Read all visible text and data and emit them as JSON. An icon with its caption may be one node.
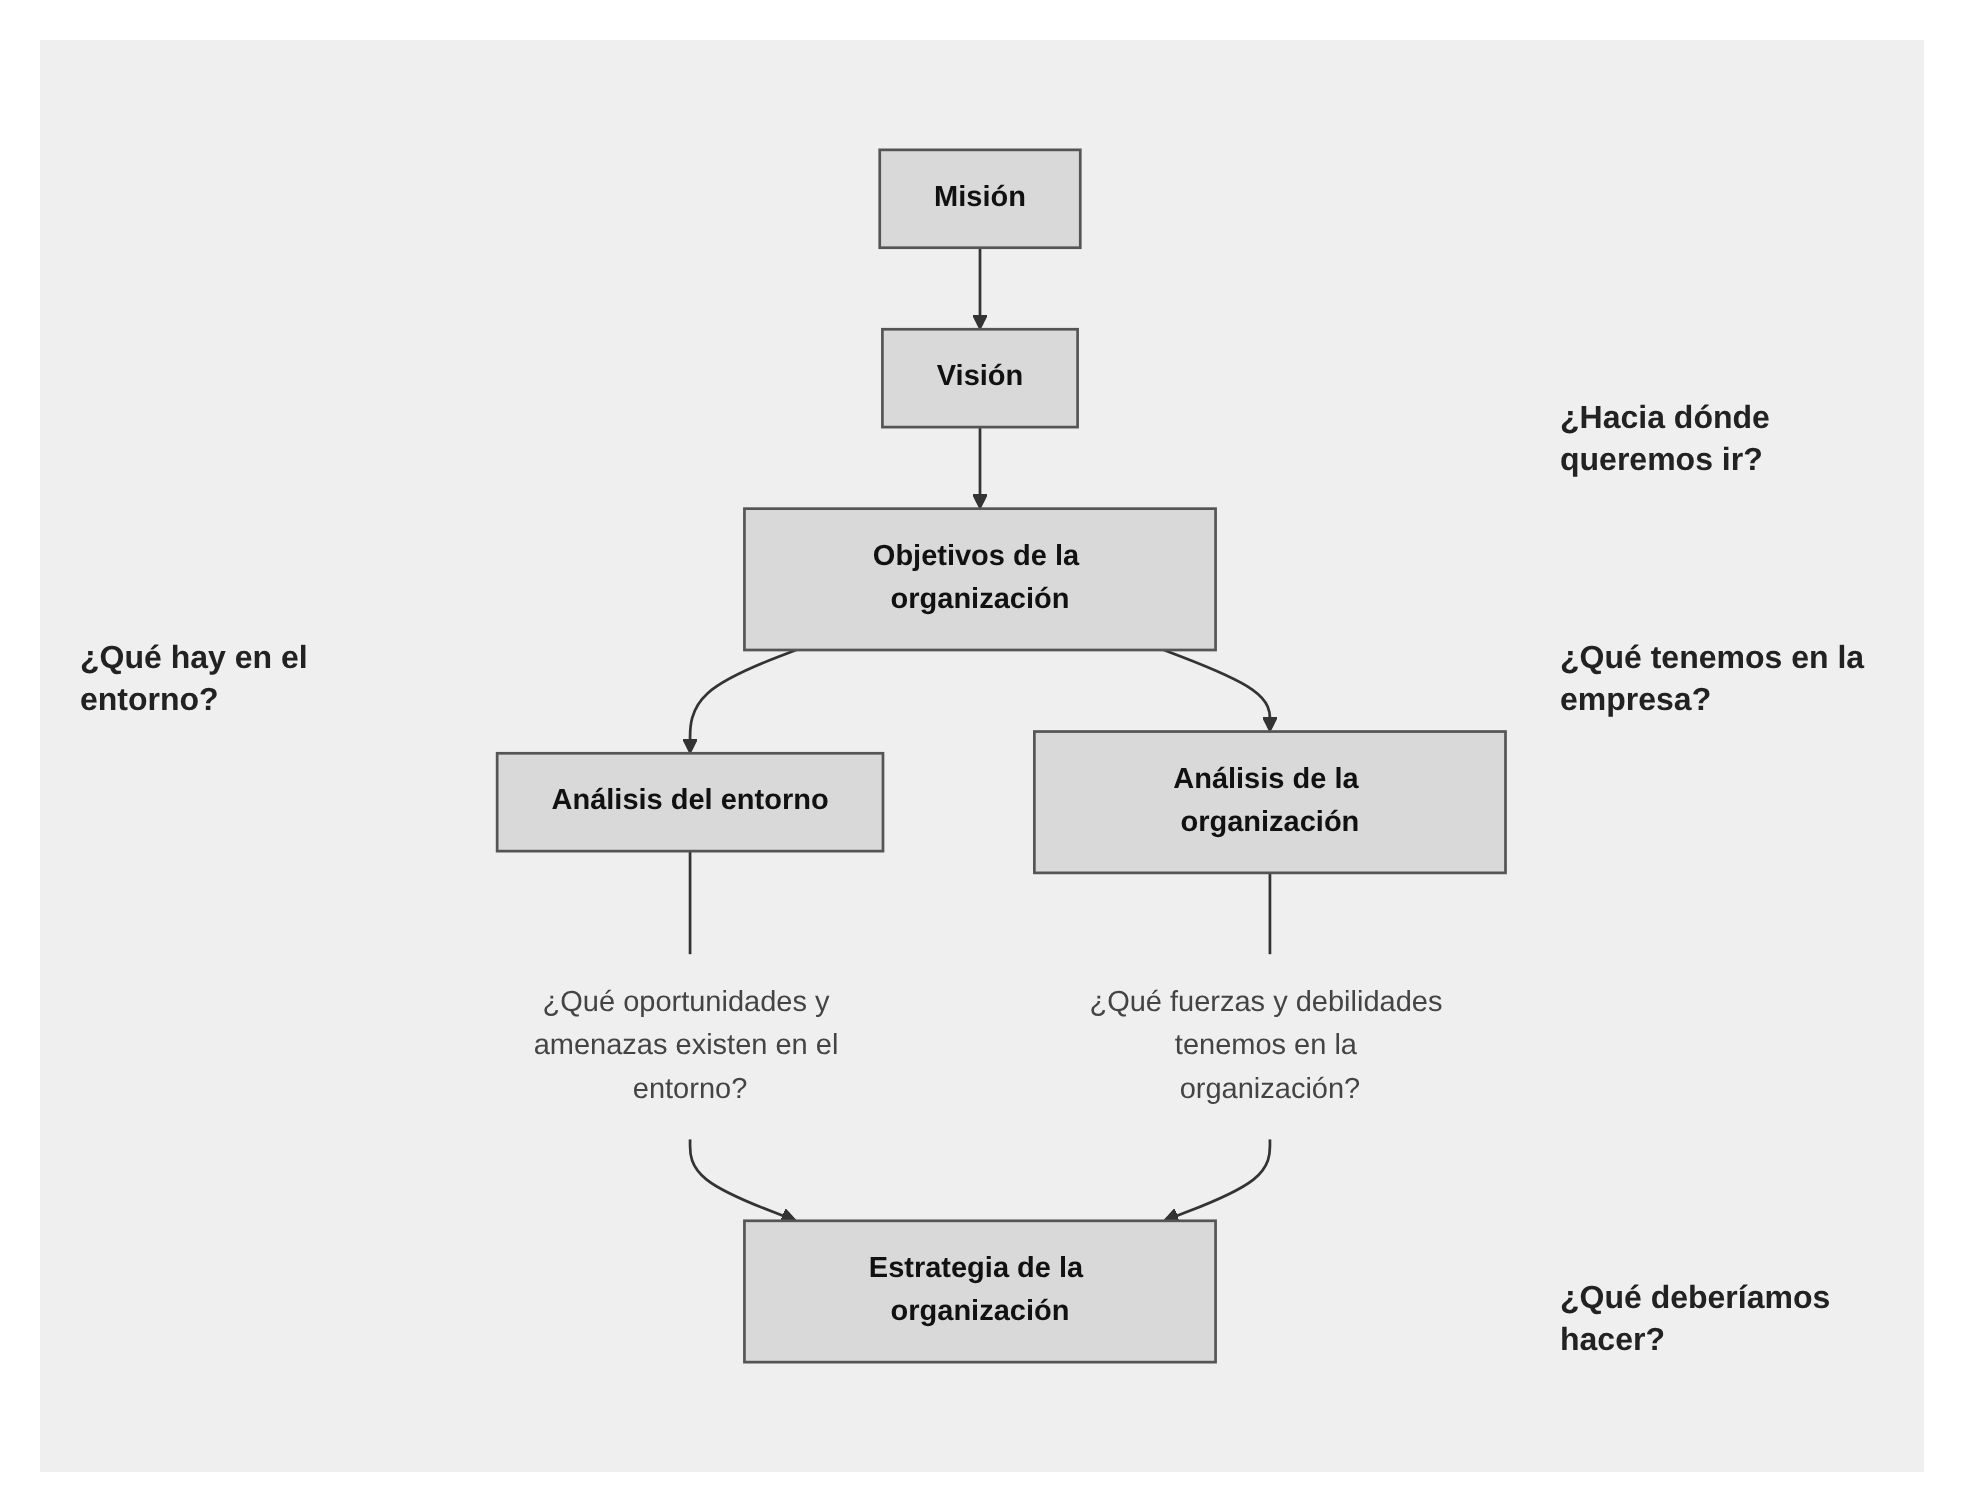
{
  "diagram": {
    "nodes": [
      {
        "text": [
          "Misión"
        ]
      },
      {
        "text": [
          "Visión"
        ]
      },
      {
        "text": [
          "Objetivos de la organización"
        ]
      },
      {
        "text": [
          "Análisis del entorno"
        ]
      },
      {
        "text": [
          "Análisis de la organización"
        ]
      },
      {
        "text": [
          "¿Qué oportunidades y amenazas existen en el entorno?"
        ]
      },
      {
        "text": [
          "¿Qué fuerzas y debilidades tenemos en la organización?"
        ]
      },
      {
        "text": [
          "Estrategia de la organización"
        ]
      }
    ],
    "edges": [
      {
        "from": 0,
        "to": 1,
        "arrow": "to"
      },
      {
        "from": 1,
        "to": 2,
        "arrow": "to"
      },
      {
        "from": 2,
        "to": 3,
        "arrow": "to"
      },
      {
        "from": 2,
        "to": 4,
        "arrow": "to"
      },
      {
        "from": 3,
        "to": 5,
        "arrow": "none"
      },
      {
        "from": 4,
        "to": 6,
        "arrow": "none"
      },
      {
        "from": 5,
        "to": 7,
        "arrow": "to"
      },
      {
        "from": 6,
        "to": 7,
        "arrow": "to"
      }
    ],
    "labels": [
      "¿Hacia dónde queremos ir?",
      "¿Qué hay en el entorno?",
      "¿Qué tenemos en la empresa?",
      "¿Qué deberíamos hacer?"
    ]
  }
}
